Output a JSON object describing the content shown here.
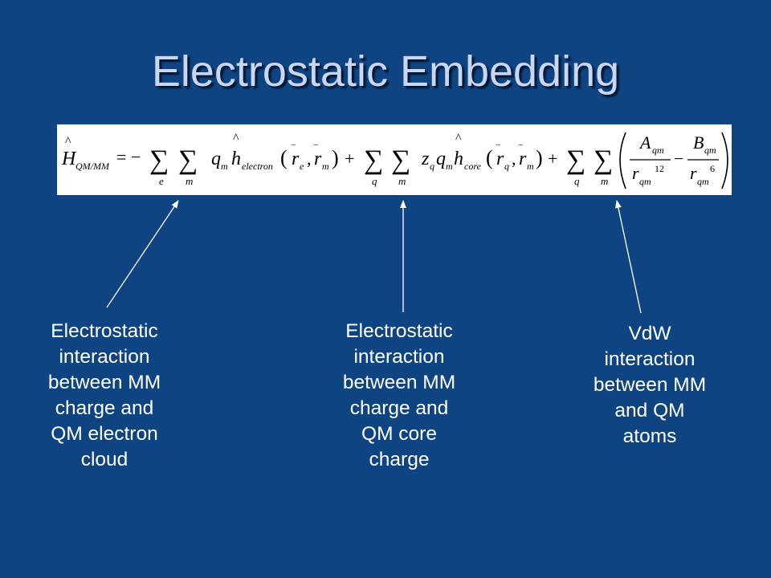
{
  "slide": {
    "title": "Electrostatic Embedding"
  },
  "equation": {
    "lhs": "H",
    "lhs_sub": "QM/MM",
    "eq_sign": "= −",
    "sum": "∑",
    "idx_e": "e",
    "idx_m": "m",
    "idx_q": "q",
    "q": "q",
    "qm_sub": "m",
    "h": "h",
    "h_electron_sub": "electron",
    "h_core_sub": "core",
    "r": "r",
    "r_e_sub": "e",
    "r_m_sub": "m",
    "r_q_sub": "q",
    "plus": "+",
    "minus": "−",
    "z": "z",
    "z_sub": "q",
    "A": "A",
    "B": "B",
    "qm": "qm",
    "exp12": "12",
    "exp6": "6",
    "lparen": "(",
    "rparen": ")",
    "comma": ","
  },
  "annotations": [
    {
      "lines": [
        "Electrostatic",
        "interaction",
        "between MM",
        "charge and",
        "QM electron",
        "cloud"
      ]
    },
    {
      "lines": [
        "Electrostatic",
        "interaction",
        "between MM",
        "charge and",
        "QM core",
        "charge"
      ]
    },
    {
      "lines": [
        "VdW",
        "interaction",
        "between MM",
        "and QM",
        "atoms"
      ]
    }
  ],
  "colors": {
    "background": "#0e4482",
    "title": "#c9d7f5",
    "text": "#ffffff"
  }
}
